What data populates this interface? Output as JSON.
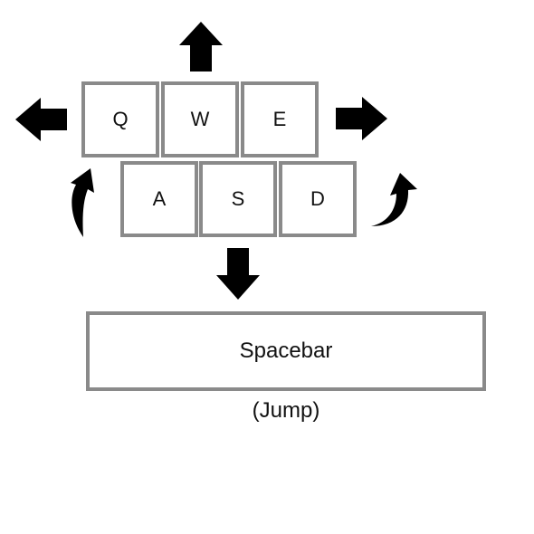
{
  "keys": {
    "q": "Q",
    "w": "W",
    "e": "E",
    "a": "A",
    "s": "S",
    "d": "D"
  },
  "spacebar": {
    "label": "Spacebar",
    "caption": "(Jump)"
  },
  "icons": [
    "arrow-up-icon",
    "arrow-left-icon",
    "arrow-right-icon",
    "arrow-down-icon",
    "curved-arrow-left-icon",
    "curved-arrow-right-icon"
  ],
  "colors": {
    "key_border": "#8a8a8a",
    "arrow_fill": "#000000"
  }
}
